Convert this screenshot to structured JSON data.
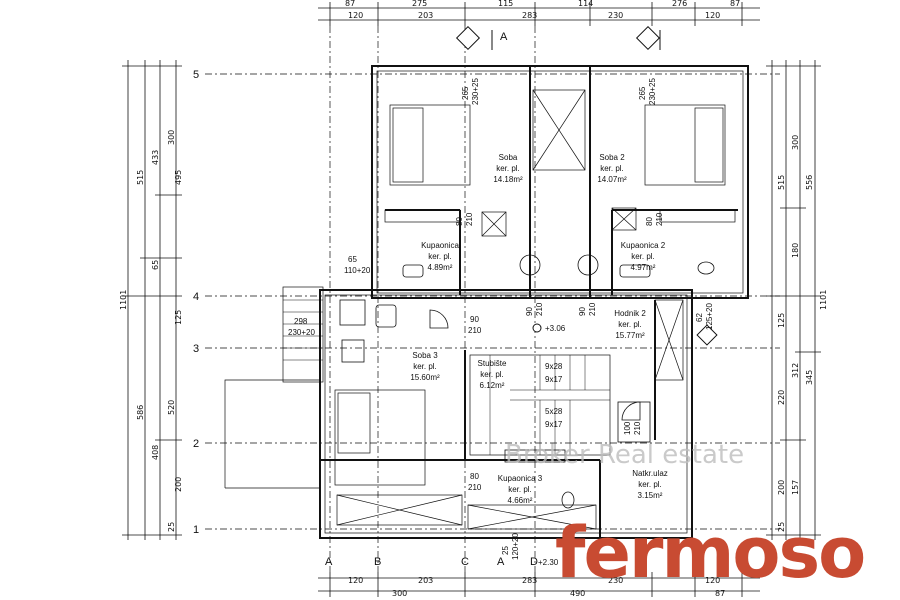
{
  "rooms": {
    "soba1": {
      "name": "Soba",
      "type": "ker. pl.",
      "area": "14.18m²"
    },
    "soba2": {
      "name": "Soba 2",
      "type": "ker. pl.",
      "area": "14.07m²"
    },
    "soba3": {
      "name": "Soba 3",
      "type": "ker. pl.",
      "area": "15.60m²"
    },
    "kup1": {
      "name": "Kupaonica",
      "type": "ker. pl.",
      "area": "4.89m²"
    },
    "kup2": {
      "name": "Kupaonica 2",
      "type": "ker. pl.",
      "area": "4.97m²"
    },
    "kup3": {
      "name": "Kupaonica 3",
      "type": "ker. pl.",
      "area": "4.66m²"
    },
    "hodnik": {
      "name": "Hodnik 2",
      "type": "ker. pl.",
      "area": "15.77m²"
    },
    "stubiste": {
      "name": "Stubište",
      "type": "ker. pl.",
      "area": "6.12m²"
    },
    "natkr": {
      "name": "Natkr.ulaz",
      "type": "ker. pl.",
      "area": "3.15m²"
    }
  },
  "axes": {
    "rows": [
      "5",
      "4",
      "3",
      "2",
      "1"
    ],
    "cols": [
      "A",
      "B",
      "C",
      "D"
    ],
    "section_top": "A",
    "section_bottom": "A"
  },
  "dims": {
    "top_outer": [
      "87",
      "275",
      "115",
      "114",
      "276",
      "87"
    ],
    "top_inner": [
      "120",
      "203",
      "283",
      "230",
      "120"
    ],
    "bottom_outer": [
      "300",
      "490",
      "87"
    ],
    "bottom_inner": [
      "120",
      "203",
      "283",
      "230",
      "120"
    ],
    "left_total": "1101",
    "left_a": [
      "515",
      "586"
    ],
    "left_b": [
      "433",
      "65",
      "408"
    ],
    "left_c": [
      "300",
      "495",
      "125",
      "520",
      "200",
      "25"
    ],
    "right_total": "1101",
    "right_a": [
      "515",
      "556"
    ],
    "right_b": [
      "300",
      "180",
      "125",
      "312",
      "220",
      "157",
      "25"
    ],
    "right_c": [
      "345",
      "200"
    ]
  },
  "doors": {
    "d1": "80",
    "d1b": "210",
    "d2": "80",
    "d2b": "210",
    "d3": "90",
    "d3b": "210",
    "d4": "90",
    "d4b": "210",
    "d5": "90",
    "d5b": "210",
    "d6": "80",
    "d6b": "210",
    "d7": "100",
    "d7b": "210"
  },
  "windows": {
    "w1": "265",
    "w1b": "230+25",
    "w2": "265",
    "w2b": "230+25",
    "w3": "65",
    "w3b": "110+20",
    "w4": "298",
    "w4b": "230+20",
    "w5": "62",
    "w5b": "125+20",
    "w6": "25",
    "w6b": "120+20"
  },
  "stairs": {
    "a": "9x28",
    "b": "9x17",
    "c": "5x28",
    "d": "9x17"
  },
  "levels": {
    "floor": "+3.06",
    "entry": "+2.30"
  },
  "watermark": "Broker Real estate",
  "brand": "fermoso",
  "colors": {
    "brand": "#c84b32",
    "line": "#111111"
  }
}
